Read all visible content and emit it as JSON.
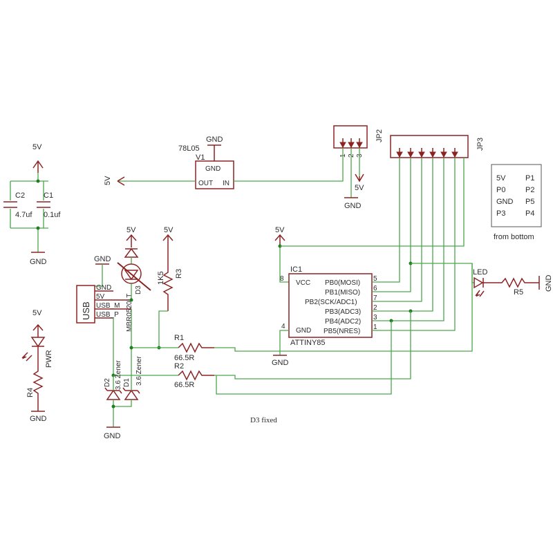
{
  "power": {
    "v5_top": "5V",
    "gnd_c": "GND",
    "pwr_v5": "5V",
    "pwr_gnd": "GND",
    "reg_gnd": "GND",
    "reg_out_net": "5V",
    "jp2_v5": "5V",
    "jp2_gnd": "GND",
    "usb_gnd_net": "GND",
    "d3_v5": "5V",
    "r3_v5": "5V",
    "ic_v5": "5V",
    "ic_gnd": "GND",
    "zener_gnd": "GND",
    "r5_gnd": "GND"
  },
  "caps": {
    "c2_name": "C2",
    "c2_value": "4.7uf",
    "c1_name": "C1",
    "c1_value": "0.1uf"
  },
  "pwr_led": {
    "name": "PWR",
    "r4": "R4"
  },
  "regulator": {
    "part": "78L05",
    "name": "V1",
    "gnd": "GND",
    "out": "OUT",
    "in": "IN"
  },
  "jp2": {
    "name": "JP2",
    "pins": [
      "1",
      "2",
      "3"
    ]
  },
  "jp3": {
    "name": "JP3"
  },
  "pinout": {
    "rows": [
      [
        "5V",
        "P1"
      ],
      [
        "P0",
        "P2"
      ],
      [
        "GND",
        "P5"
      ],
      [
        "P3",
        "P4"
      ]
    ],
    "caption": "from bottom"
  },
  "usb": {
    "label": "USB",
    "gnd": "GND",
    "v5": "5V",
    "usb_m": "USB_M",
    "usb_p": "USB_P"
  },
  "d3": {
    "name": "D3",
    "part": "MBR0520LT"
  },
  "r3": {
    "name": "R3",
    "value": "1K5"
  },
  "r1": {
    "name": "R1",
    "value": "66.5R"
  },
  "r2": {
    "name": "R2",
    "value": "66.5R"
  },
  "zeners": {
    "d2": "D2",
    "d1": "D1",
    "value": "3.6 Zener"
  },
  "ic": {
    "name": "IC1",
    "part": "ATTINY85",
    "vcc": "VCC",
    "gnd": "GND",
    "pins_right": [
      "PB0(MOSI)",
      "PB1(MISO)",
      "PB2(SCK/ADC1)",
      "PB3(ADC3)",
      "PB4(ADC2)",
      "PB5(NRES)"
    ],
    "pin_nums_right": [
      "5",
      "6",
      "7",
      "2",
      "3",
      "1"
    ],
    "pin_vcc_num": "8",
    "pin_gnd_num": "4"
  },
  "led": {
    "name": "LED",
    "r5": "R5"
  },
  "note": "D3 fixed"
}
